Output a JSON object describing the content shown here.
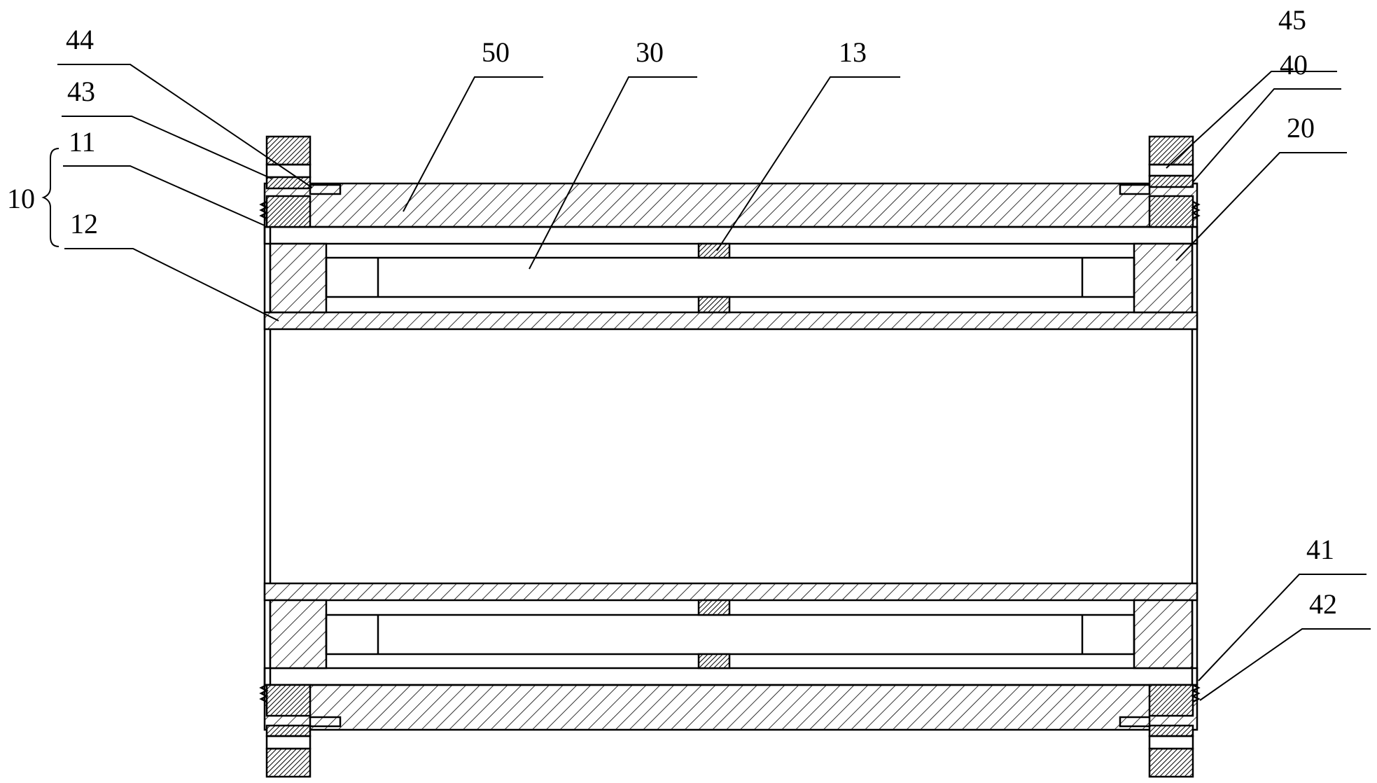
{
  "figure": {
    "labels": {
      "l44": "44",
      "l43": "43",
      "l11": "11",
      "l10": "10",
      "l12": "12",
      "l50": "50",
      "l30": "30",
      "l13": "13",
      "l45": "45",
      "l40": "40",
      "l20": "20",
      "l41": "41",
      "l42": "42"
    },
    "colors": {
      "line": "#000000",
      "background": "#ffffff"
    }
  }
}
